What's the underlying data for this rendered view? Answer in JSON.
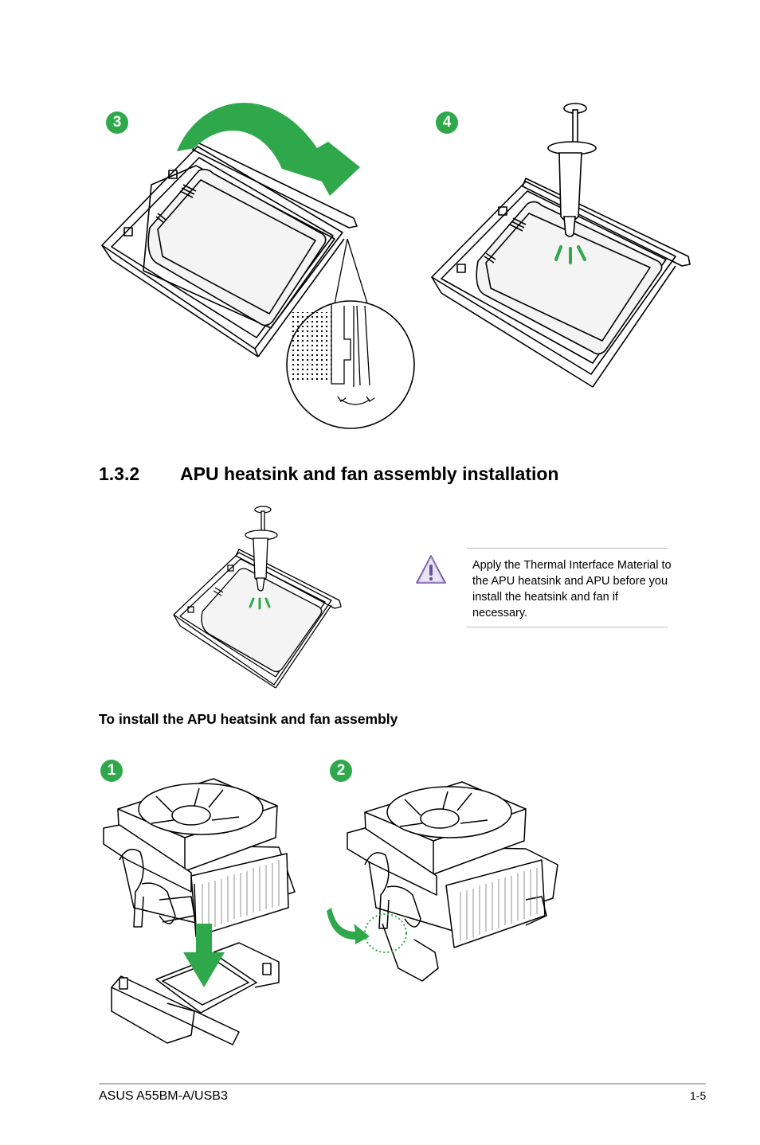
{
  "steps": {
    "step3": "3",
    "step4": "4",
    "step1": "1",
    "step2": "2"
  },
  "section": {
    "number": "1.3.2",
    "title": "APU heatsink and fan assembly installation"
  },
  "note": {
    "icon": "warning-icon",
    "text": "Apply the Thermal Interface Material to the APU heatsink and APU before you install the heatsink and fan if necessary."
  },
  "subheading": "To install the APU heatsink and fan assembly",
  "footer": {
    "product": "ASUS A55BM-A/USB3",
    "page": "1-5"
  },
  "colors": {
    "accent_green": "#2ea84a",
    "warning_purple": "#6a4fa0"
  }
}
